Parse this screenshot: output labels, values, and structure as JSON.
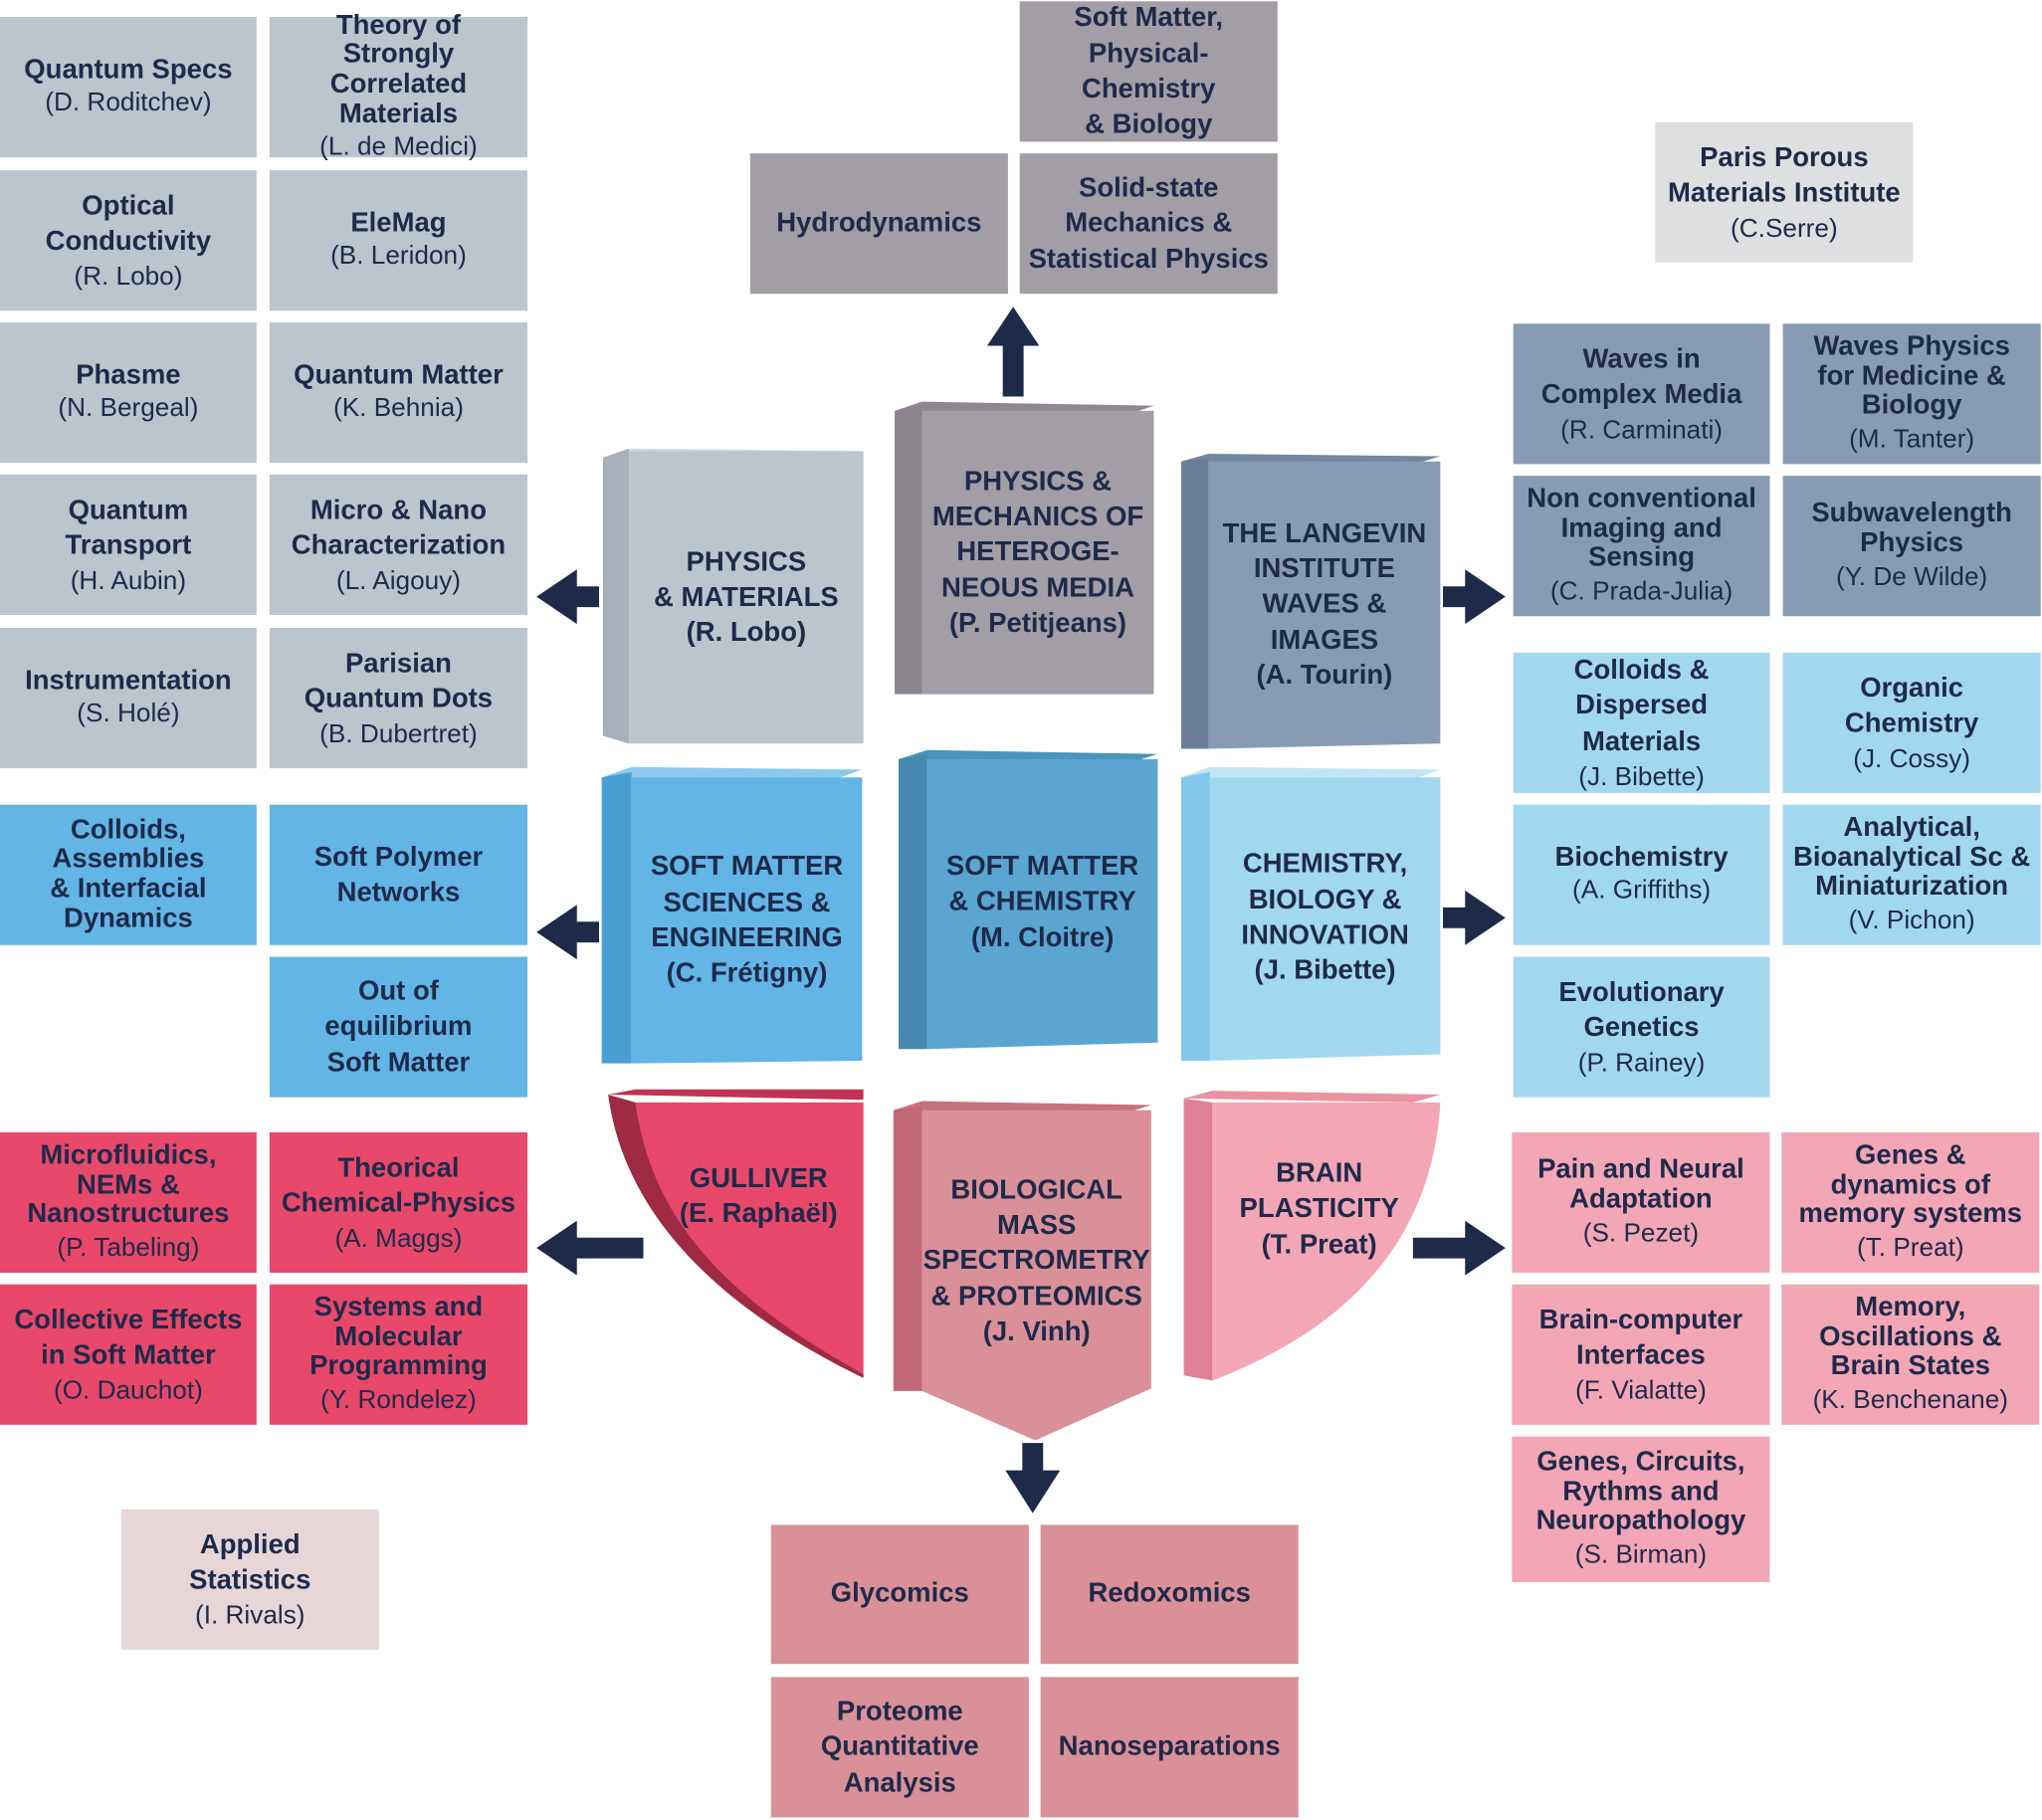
{
  "hubs": {
    "physics_materials": {
      "title": "PHYSICS\n& MATERIALS",
      "person": "(R. Lobo)"
    },
    "physics_mechanics": {
      "title": "PHYSICS &\nMECHANICS OF\nHETEROGE-\nNEOUS MEDIA",
      "person": "(P. Petitjeans)"
    },
    "langevin": {
      "title": "THE LANGEVIN\nINSTITUTE\nWAVES &\nIMAGES",
      "person": "(A. Tourin)"
    },
    "soft_matter_eng": {
      "title": "SOFT MATTER\nSCIENCES &\nENGINEERING",
      "person": "(C. Frétigny)"
    },
    "soft_matter_chem": {
      "title": "SOFT MATTER\n& CHEMISTRY",
      "person": "(M. Cloitre)"
    },
    "chem_bio": {
      "title": "CHEMISTRY,\nBIOLOGY &\nINNOVATION",
      "person": "(J. Bibette)"
    },
    "gulliver": {
      "title": "GULLIVER",
      "person": "(E. Raphaël)"
    },
    "bio_mass": {
      "title": "BIOLOGICAL\nMASS\nSPECTROMETRY\n& PROTEOMICS",
      "person": "(J. Vinh)"
    },
    "brain": {
      "title": "BRAIN\nPLASTICITY",
      "person": "(T. Preat)"
    }
  },
  "gray_teams": [
    {
      "title": "Quantum Specs",
      "person": "(D. Roditchev)"
    },
    {
      "title": "Theory of Strongly\nCorrelated\nMaterials",
      "person": "(L. de Medici)"
    },
    {
      "title": "Optical\nConductivity",
      "person": "(R. Lobo)"
    },
    {
      "title": "EleMag",
      "person": "(B. Leridon)"
    },
    {
      "title": "Phasme",
      "person": "(N. Bergeal)"
    },
    {
      "title": "Quantum Matter",
      "person": "(K. Behnia)"
    },
    {
      "title": "Quantum\nTransport",
      "person": "(H. Aubin)"
    },
    {
      "title": "Micro & Nano\nCharacterization",
      "person": "(L. Aigouy)"
    },
    {
      "title": "Instrumentation",
      "person": "(S. Holé)"
    },
    {
      "title": "Parisian\nQuantum Dots",
      "person": "(B. Dubertret)"
    }
  ],
  "mauve_teams": [
    {
      "title": "Soft Matter,\nPhysical-Chemistry\n& Biology",
      "person": ""
    },
    {
      "title": "Hydrodynamics",
      "person": ""
    },
    {
      "title": "Solid-state\nMechanics &\nStatistical Physics",
      "person": ""
    }
  ],
  "paris_porous": {
    "title": "Paris Porous\nMaterials Institute",
    "person": "(C.Serre)"
  },
  "steel_teams": [
    {
      "title": "Waves in\nComplex Media",
      "person": "(R. Carminati)"
    },
    {
      "title": "Waves Physics\nfor Medicine &\nBiology",
      "person": "(M. Tanter)"
    },
    {
      "title": "Non conventional\nImaging and\nSensing",
      "person": "(C. Prada-Julia)"
    },
    {
      "title": "Subwavelength\nPhysics",
      "person": "(Y. De Wilde)"
    }
  ],
  "lblue_teams": [
    {
      "title": "Colloids &\nDispersed Materials",
      "person": "(J. Bibette)"
    },
    {
      "title": "Organic\nChemistry",
      "person": "(J. Cossy)"
    },
    {
      "title": "Biochemistry",
      "person": "(A. Griffiths)"
    },
    {
      "title": "Analytical,\nBioanalytical Sc &\nMiniaturization",
      "person": "(V. Pichon)"
    },
    {
      "title": "Evolutionary\nGenetics",
      "person": "(P. Rainey)"
    }
  ],
  "blue_teams": [
    {
      "title": "Colloids,\nAssemblies\n& Interfacial\nDynamics",
      "person": ""
    },
    {
      "title": "Soft Polymer\nNetworks",
      "person": ""
    },
    {
      "title": "Out of\nequilibrium\nSoft Matter",
      "person": ""
    }
  ],
  "red_teams": [
    {
      "title": "Microfluidics,\nNEMs &\nNanostructures",
      "person": "(P. Tabeling)"
    },
    {
      "title": "Theorical\nChemical-Physics",
      "person": "(A. Maggs)"
    },
    {
      "title": "Collective Effects\nin Soft Matter",
      "person": "(O. Dauchot)"
    },
    {
      "title": "Systems and\nMolecular\nProgramming",
      "person": "(Y. Rondelez)"
    }
  ],
  "applied_stats": {
    "title": "Applied\nStatistics",
    "person": "(I. Rivals)"
  },
  "rose_teams": [
    {
      "title": "Glycomics",
      "person": ""
    },
    {
      "title": "Redoxomics",
      "person": ""
    },
    {
      "title": "Proteome\nQuantitative\nAnalysis",
      "person": ""
    },
    {
      "title": "Nanoseparations",
      "person": ""
    }
  ],
  "pink_teams": [
    {
      "title": "Pain and Neural\nAdaptation",
      "person": "(S. Pezet)"
    },
    {
      "title": "Genes &\ndynamics of\nmemory systems",
      "person": "(T. Preat)"
    },
    {
      "title": "Brain-computer\nInterfaces",
      "person": "(F. Vialatte)"
    },
    {
      "title": "Memory,\nOscillations &\nBrain States",
      "person": "(K. Benchenane)"
    },
    {
      "title": "Genes, Circuits,\nRythms and\nNeuropathology",
      "person": "(S. Birman)"
    }
  ],
  "colors": {
    "navy": "#1e2a4a",
    "gray": "#bcc4cc",
    "mauve": "#a39da6",
    "steel": "#879cb4",
    "blue": "#63b5e6",
    "light_blue": "#a2d7f0",
    "red": "#e8486a",
    "pink": "#f3a6b5",
    "rose": "#da9098"
  }
}
